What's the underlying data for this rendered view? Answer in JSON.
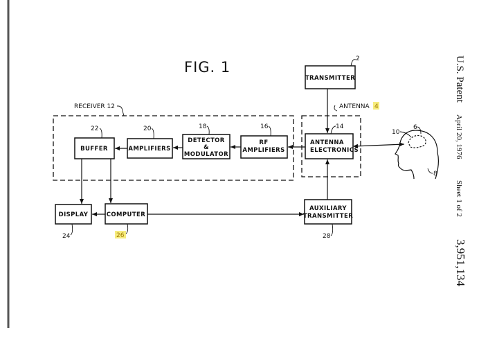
{
  "header": {
    "patent": "U.S. Patent",
    "date": "April 20, 1976",
    "sheet": "Sheet 1 of 2",
    "number": "3,951,134"
  },
  "figure": {
    "title": "FIG. 1"
  },
  "blocks": {
    "transmitter": "TRANSMITTER",
    "antenna_electronics": [
      "ANTENNA",
      "ELECTRONICS"
    ],
    "rf_amplifiers": [
      "RF",
      "AMPLIFIERS"
    ],
    "detector_modulator": [
      "DETECTOR",
      "&",
      "MODULATOR"
    ],
    "amplifiers": "AMPLIFIERS",
    "buffer": "BUFFER",
    "display": "DISPLAY",
    "computer": "COMPUTER",
    "auxiliary_transmitter": [
      "AUXILIARY",
      "TRANSMITTER"
    ]
  },
  "labels": {
    "receiver": "RECEIVER 12",
    "antenna_word": "ANTENNA",
    "antenna_num": "4",
    "ref_2": "2",
    "ref_14": "14",
    "ref_16": "16",
    "ref_18": "18",
    "ref_20": "20",
    "ref_22": "22",
    "ref_24": "24",
    "ref_26": "26",
    "ref_28": "28",
    "ref_10": "10",
    "ref_6": "6",
    "ref_8": "8"
  },
  "highlight_color": "#f6ec7e"
}
